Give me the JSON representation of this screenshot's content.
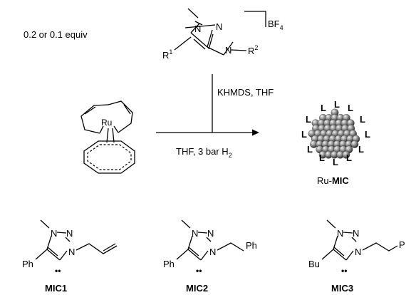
{
  "reagent": {
    "equiv": "0.2 or 0.1 equiv",
    "counterion": "BF",
    "counterion_sub": "4",
    "r1": "R",
    "r1_sup": "1",
    "r2": "R",
    "r2_sup": "2"
  },
  "arrow": {
    "upper_label": "KHMDS, THF",
    "lower_label": "THF, 3 bar H",
    "lower_sub": "2"
  },
  "precursor": {
    "metal": "Ru"
  },
  "product": {
    "metal_prefix": "Ru-",
    "ligand": "MIC",
    "ligand_symbol": "L"
  },
  "atoms": {
    "n": "N",
    "carbene_dots": "••"
  },
  "ligands": [
    {
      "name": "MIC1",
      "substituent5": "Ph",
      "substituent1": ""
    },
    {
      "name": "MIC2",
      "substituent5": "Ph",
      "substituent1": "Ph"
    },
    {
      "name": "MIC3",
      "substituent5": "Bu",
      "substituent1": "P"
    }
  ]
}
